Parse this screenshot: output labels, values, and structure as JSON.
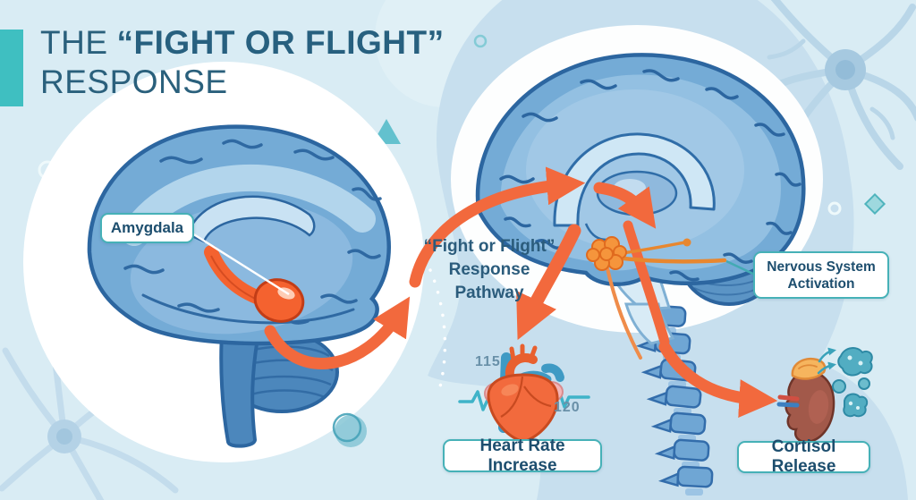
{
  "title": {
    "the": "THE",
    "emphasis": "“FIGHT OR FLIGHT”",
    "line2": "RESPONSE"
  },
  "callouts": {
    "amygdala": {
      "label": "Amygdala"
    },
    "pathway": {
      "lines": [
        "“Fight or Flight”",
        "Response",
        "Pathway"
      ]
    },
    "nervous_system": {
      "lines": [
        "Nervous System",
        "Activation"
      ]
    },
    "heart_rate": {
      "label": "Heart Rate Increase",
      "reading_top": "115",
      "reading_bottom": "120"
    },
    "cortisol": {
      "label": "Cortisol Release"
    }
  },
  "illustrations": {
    "left_brain": "brain-side-view-with-amygdala",
    "mid_brain": "brain-sagittal-with-brainstem-and-cerebellum",
    "spine": "spinal-column",
    "heart": "heart-with-ekg-line",
    "kidney": "kidney-with-adrenal-gland",
    "cortisol_molecules": "cortisol-molecules",
    "background": "neuron-silhouettes-and-head-profile"
  },
  "colors": {
    "background": "#d9ecf4",
    "head_silhouette": "#c7dfee",
    "accent_teal": "#3fbfc1",
    "arrow_orange": "#f2693d",
    "amygdala_orange": "#f4622f",
    "brain_blue": "#74abd6",
    "brain_outline": "#2c66a0",
    "label_border": "#46b1b7",
    "label_text": "#1d4e6e",
    "title_text": "#2a607c",
    "ekg_teal": "#3fb3c8",
    "cortisol_teal": "#52adc2",
    "kidney_brown": "#a2594a",
    "adrenal_orange": "#f6b55e"
  }
}
